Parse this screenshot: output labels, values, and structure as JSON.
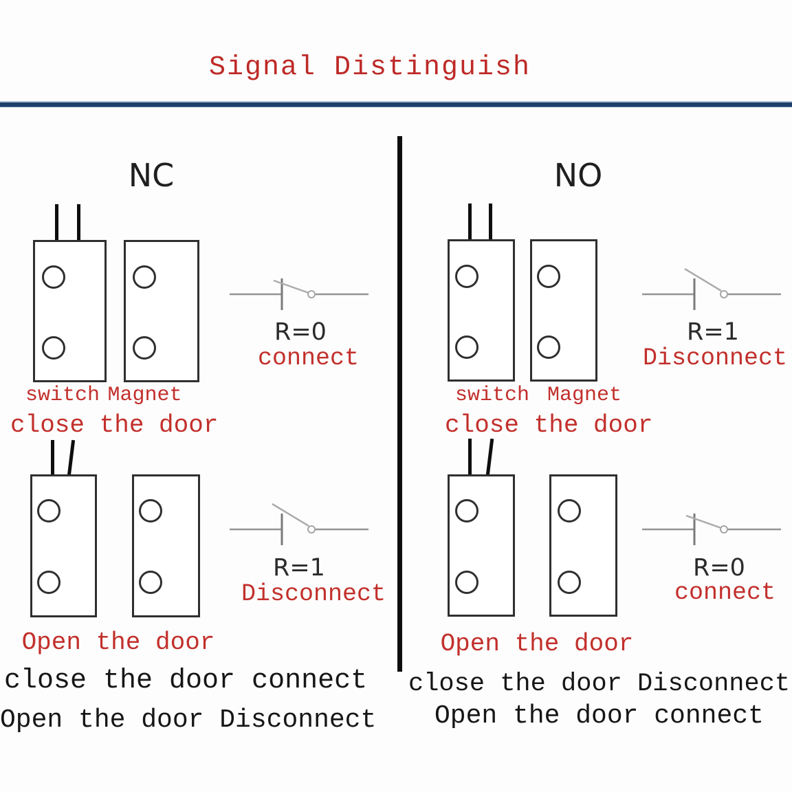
{
  "title": "Signal Distinguish",
  "colors": {
    "accent_red": "#c2302c",
    "rule_blue": "#1e3f69",
    "divider_black": "#0e0e0e",
    "wire_gray": "#949494",
    "ink": "#1b1b1b"
  },
  "columns": [
    {
      "heading": "NC",
      "closed_state": {
        "switch_label": "switch",
        "magnet_label": "Magnet",
        "caption": "close the door",
        "r_value": "R=0",
        "result": "connect"
      },
      "open_state": {
        "caption": "Open the door",
        "r_value": "R=1",
        "result": "Disconnect"
      },
      "summary_lines": [
        "close the door connect",
        "Open the door Disconnect"
      ]
    },
    {
      "heading": "NO",
      "closed_state": {
        "switch_label": "switch",
        "magnet_label": "Magnet",
        "caption": "close the door",
        "r_value": "R=1",
        "result": "Disconnect"
      },
      "open_state": {
        "caption": "Open the door",
        "r_value": "R=0",
        "result": "connect"
      },
      "summary_lines": [
        "close the door Disconnect",
        "Open the door connect"
      ]
    }
  ]
}
